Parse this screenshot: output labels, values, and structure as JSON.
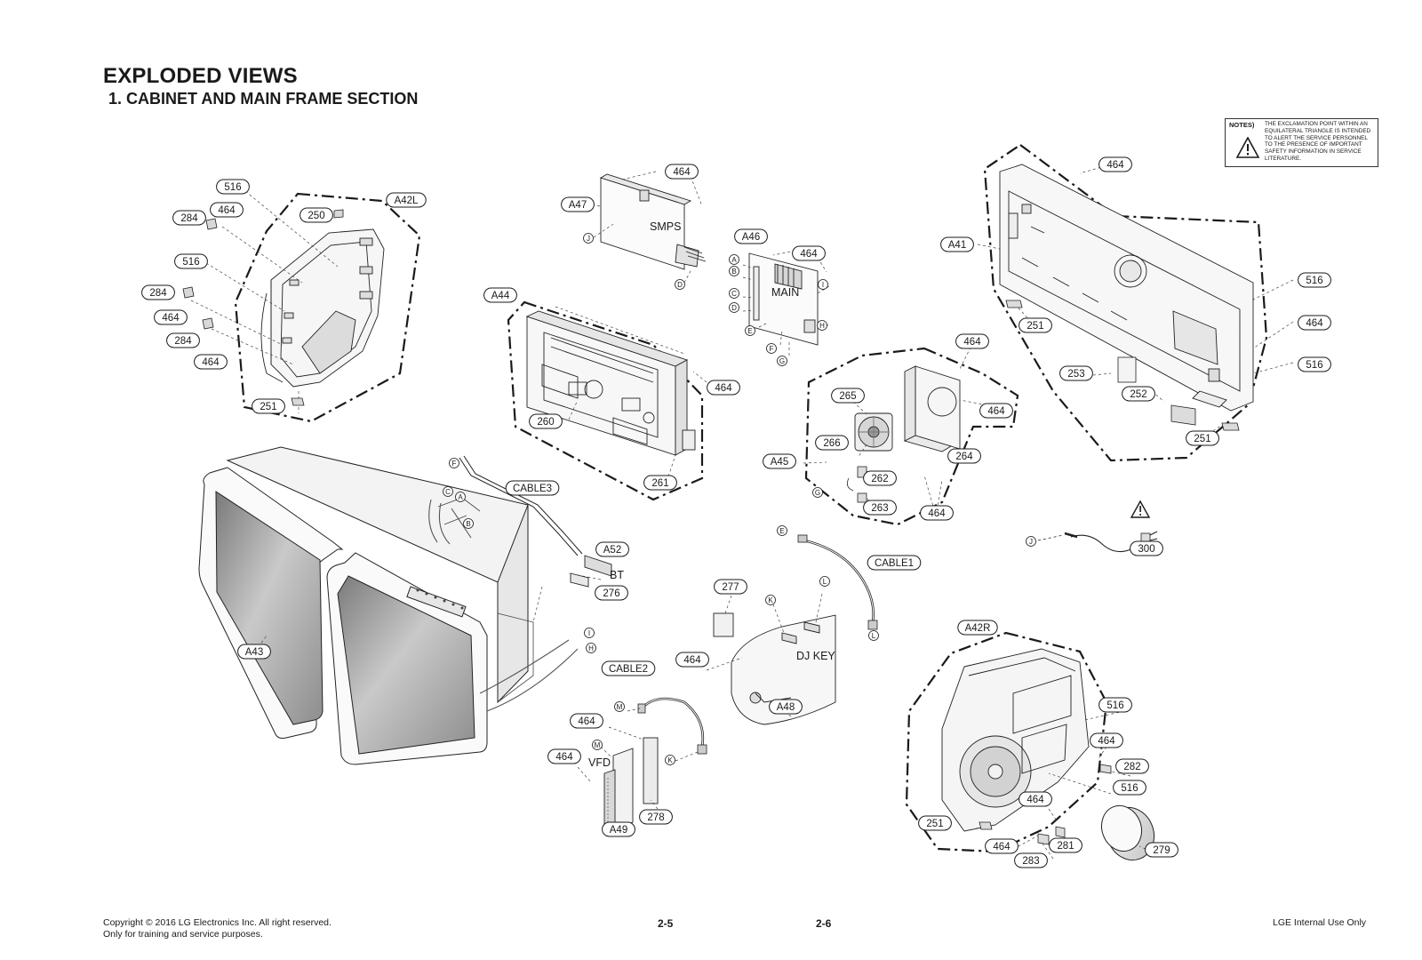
{
  "header": {
    "title": "EXPLODED VIEWS",
    "subtitle": "1. CABINET AND MAIN FRAME SECTION"
  },
  "notes": {
    "label": "NOTES)",
    "text": "THE EXCLAMATION POINT WITHIN AN EQUILATERAL TRIANGLE IS INTENDED TO ALERT THE SERVICE PERSONNEL TO THE PRESENCE OF IMPORTANT SAFETY INFORMATION IN SERVICE LITERATURE."
  },
  "footer": {
    "copyright": "Copyright © 2016 LG Electronics Inc. All right reserved.",
    "note": "Only for training and service purposes.",
    "page_left": "2-5",
    "page_right": "2-6",
    "internal": "LGE Internal Use Only"
  },
  "part_labels": {
    "p516a": "516",
    "a42l": "A42L",
    "p284a": "284",
    "p464a": "464",
    "p250": "250",
    "p516b": "516",
    "p284b": "284",
    "p464b": "464",
    "p284c": "284",
    "p464c": "464",
    "p251a": "251",
    "a47": "A47",
    "p464d": "464",
    "a46": "A46",
    "p464e": "464",
    "a44": "A44",
    "p464f": "464",
    "p260": "260",
    "p261": "261",
    "p464g": "464",
    "a41": "A41",
    "p516c": "516",
    "p464h": "464",
    "p516d": "516",
    "p251b": "251",
    "p253": "253",
    "p252": "252",
    "p251c": "251",
    "p464i": "464",
    "p265": "265",
    "p464j": "464",
    "p266": "266",
    "a45": "A45",
    "p264": "264",
    "p262": "262",
    "p263": "263",
    "p464k": "464",
    "cable3": "CABLE3",
    "a52": "A52",
    "p276": "276",
    "a43": "A43",
    "cable1": "CABLE1",
    "p300": "300",
    "p277": "277",
    "p464l": "464",
    "a48": "A48",
    "cable2": "CABLE2",
    "p464m": "464",
    "p464n": "464",
    "p278": "278",
    "a49": "A49",
    "a42r": "A42R",
    "p516e": "516",
    "p464o": "464",
    "p282": "282",
    "p516f": "516",
    "p464p": "464",
    "p251d": "251",
    "p464q": "464",
    "p281": "281",
    "p283": "283",
    "p279": "279"
  },
  "board_labels": {
    "smps": "SMPS",
    "main": "MAIN",
    "bt": "BT",
    "dj_key": "DJ KEY",
    "vfd": "VFD"
  },
  "connector_labels": {
    "j1": "J",
    "d1": "D",
    "a1": "A",
    "b1": "B",
    "c1": "C",
    "d2": "D",
    "e1": "E",
    "f1": "F",
    "g1": "G",
    "i1": "I",
    "h1": "H",
    "f2": "F",
    "c2": "C",
    "a2": "A",
    "b2": "B",
    "i2": "I",
    "h2": "H",
    "g2": "G",
    "e2": "E",
    "l1": "L",
    "l2": "L",
    "k1": "K",
    "m1": "M",
    "m2": "M",
    "k2": "K",
    "j2": "J"
  },
  "icons": {
    "warning": "warning-triangle-icon"
  }
}
